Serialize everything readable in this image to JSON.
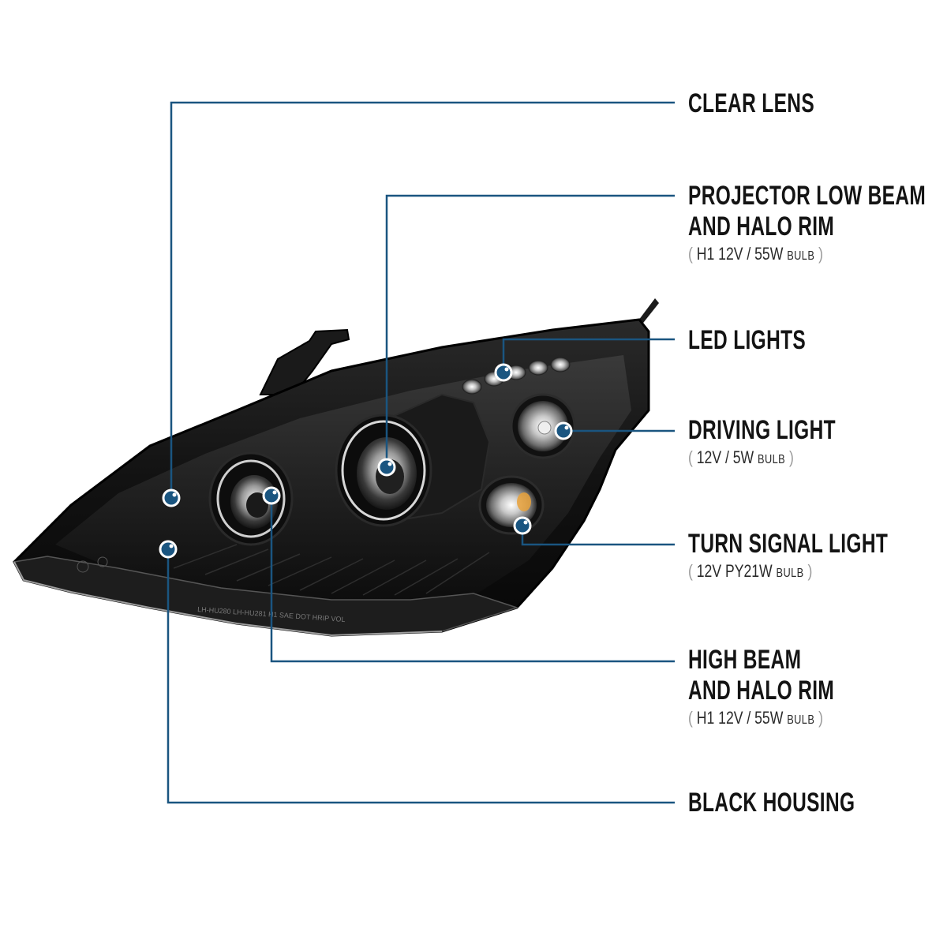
{
  "colors": {
    "callout_line": "#1a5580",
    "callout_dot": "#1a5580",
    "housing": "#111111",
    "label_text": "#141414"
  },
  "callouts": [
    {
      "id": "clear-lens",
      "lines": [
        "CLEAR LENS"
      ],
      "spec": null
    },
    {
      "id": "projector-low-beam",
      "lines": [
        "PROJECTOR LOW BEAM",
        "AND HALO RIM"
      ],
      "spec": {
        "open": "(",
        "text": "H1  12V / 55W",
        "unit": "BULB",
        "close": ")"
      }
    },
    {
      "id": "led-lights",
      "lines": [
        "LED LIGHTS"
      ],
      "spec": null
    },
    {
      "id": "driving-light",
      "lines": [
        "DRIVING LIGHT"
      ],
      "spec": {
        "open": "(",
        "text": "12V / 5W",
        "unit": "BULB",
        "close": ")"
      }
    },
    {
      "id": "turn-signal-light",
      "lines": [
        "TURN SIGNAL LIGHT"
      ],
      "spec": {
        "open": "(",
        "text": "12V  PY21W",
        "unit": "BULB",
        "close": ")"
      }
    },
    {
      "id": "high-beam",
      "lines": [
        "HIGH BEAM",
        "AND HALO RIM"
      ],
      "spec": {
        "open": "(",
        "text": "H1  12V / 55W",
        "unit": "BULB",
        "close": ")"
      }
    },
    {
      "id": "black-housing",
      "lines": [
        "BLACK HOUSING"
      ],
      "spec": null
    }
  ],
  "lens_markings": {
    "bottom_text": "LH-HU280    LH-HU281  H1  SAE DOT HRIP VOL"
  }
}
